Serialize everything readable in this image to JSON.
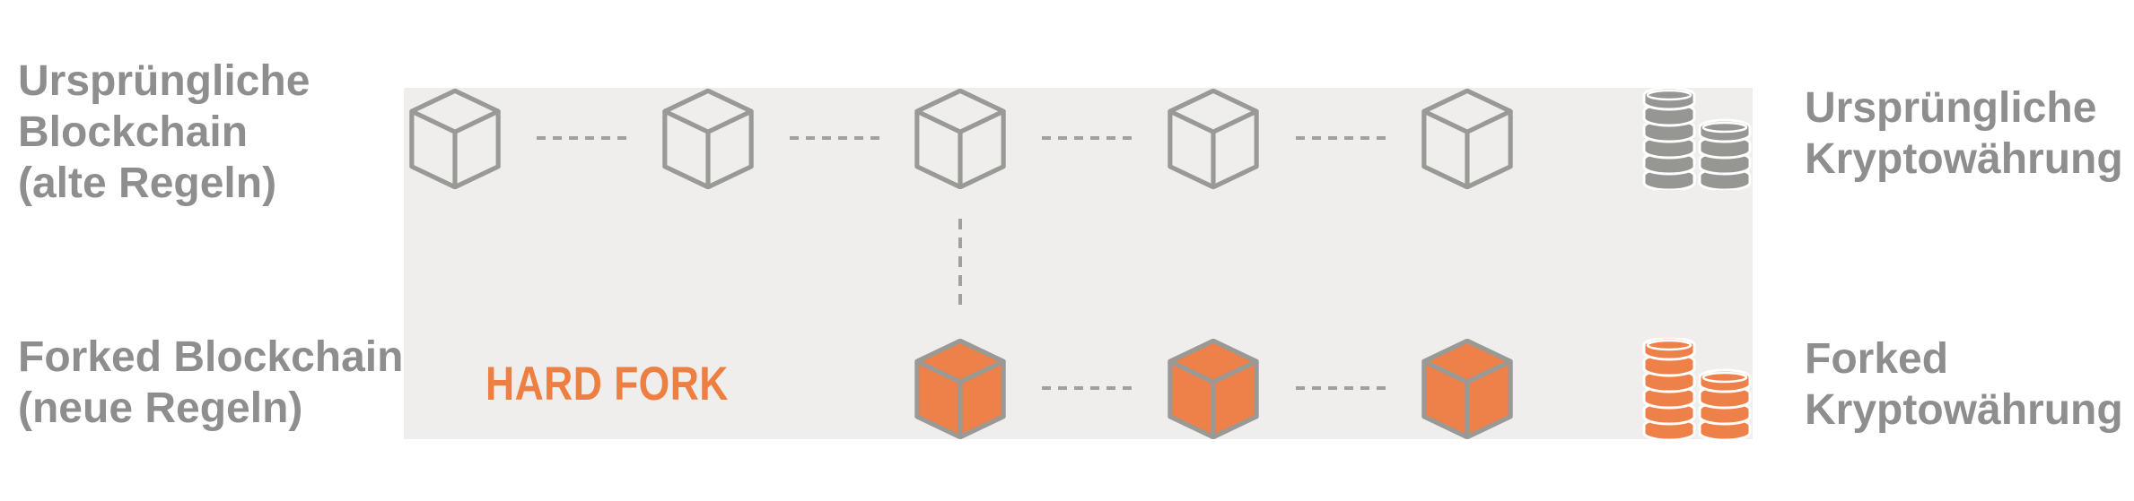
{
  "title": "Hard fork blockchain diagram",
  "colors": {
    "orange": "#ee8049",
    "orange_text": "#ed7f42",
    "cube_outline_gray": "#999996",
    "coin_gray": "#969693",
    "label_gray": "#8e8e8e",
    "panel_background": "#efeeec",
    "dash_gray": "#a0a09e"
  },
  "labels": {
    "original_blockchain": {
      "lines": [
        "Ursprüngliche",
        "Blockchain",
        "(alte Regeln)"
      ]
    },
    "forked_blockchain": {
      "lines": [
        "Forked Blockchain",
        "(neue Regeln)"
      ]
    },
    "original_currency": {
      "lines": [
        "Ursprüngliche",
        "Kryptowährung"
      ]
    },
    "forked_currency": {
      "lines": [
        "Forked",
        "Kryptowährung"
      ]
    },
    "hard_fork": "HARD FORK"
  },
  "diagram": {
    "original_chain_block_count": 5,
    "forked_chain_block_count": 3,
    "original_coin_stack": {
      "left_coins": 6,
      "right_coins": 4
    },
    "forked_coin_stack": {
      "left_coins": 6,
      "right_coins": 4
    },
    "icons": {
      "original_block": "wireframe-cube-icon",
      "forked_block": "filled-cube-icon",
      "currency": "coin-stack-icon"
    }
  }
}
